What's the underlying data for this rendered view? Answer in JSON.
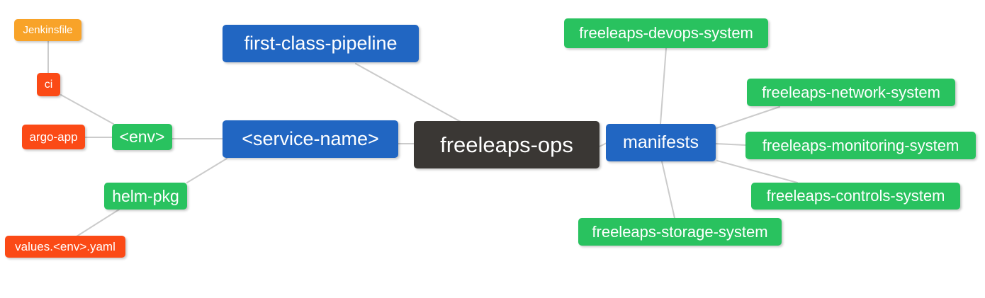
{
  "colors": {
    "background": "#FFFFFF",
    "node_text": "#FFFFFF",
    "edge": "#CBCBCB",
    "root_node": "#3A3734",
    "branch_node": "#2166C2",
    "system_node": "#29C25F",
    "leaf_red": "#FB4A16",
    "leaf_orange": "#F8A329"
  },
  "mindmap": {
    "root_id": "freeleaps_ops",
    "nodes": {
      "freeleaps_ops": {
        "label": "freeleaps-ops",
        "color": "#3A3734"
      },
      "first_class_pipeline": {
        "label": "first-class-pipeline",
        "color": "#2166C2"
      },
      "service_name": {
        "label": "<service-name>",
        "color": "#2166C2"
      },
      "manifests": {
        "label": "manifests",
        "color": "#2166C2"
      },
      "env": {
        "label": "<env>",
        "color": "#29C25F"
      },
      "helm_pkg": {
        "label": "helm-pkg",
        "color": "#29C25F"
      },
      "ci": {
        "label": "ci",
        "color": "#FB4A16"
      },
      "argo_app": {
        "label": "argo-app",
        "color": "#FB4A16"
      },
      "values_yaml": {
        "label": "values.<env>.yaml",
        "color": "#FB4A16"
      },
      "jenkinsfile": {
        "label": "Jenkinsfile",
        "color": "#F8A329"
      },
      "devops_system": {
        "label": "freeleaps-devops-system",
        "color": "#29C25F"
      },
      "network_system": {
        "label": "freeleaps-network-system",
        "color": "#29C25F"
      },
      "monitoring_system": {
        "label": "freeleaps-monitoring-system",
        "color": "#29C25F"
      },
      "controls_system": {
        "label": "freeleaps-controls-system",
        "color": "#29C25F"
      },
      "storage_system": {
        "label": "freeleaps-storage-system",
        "color": "#29C25F"
      }
    },
    "connections": [
      [
        "jenkinsfile",
        "ci"
      ],
      [
        "ci",
        "env"
      ],
      [
        "argo_app",
        "env"
      ],
      [
        "env",
        "service_name"
      ],
      [
        "helm_pkg",
        "service_name"
      ],
      [
        "values_yaml",
        "helm_pkg"
      ],
      [
        "first_class_pipeline",
        "freeleaps_ops"
      ],
      [
        "service_name",
        "freeleaps_ops"
      ],
      [
        "freeleaps_ops",
        "manifests"
      ],
      [
        "manifests",
        "devops_system"
      ],
      [
        "manifests",
        "network_system"
      ],
      [
        "manifests",
        "monitoring_system"
      ],
      [
        "manifests",
        "controls_system"
      ],
      [
        "manifests",
        "storage_system"
      ]
    ]
  }
}
